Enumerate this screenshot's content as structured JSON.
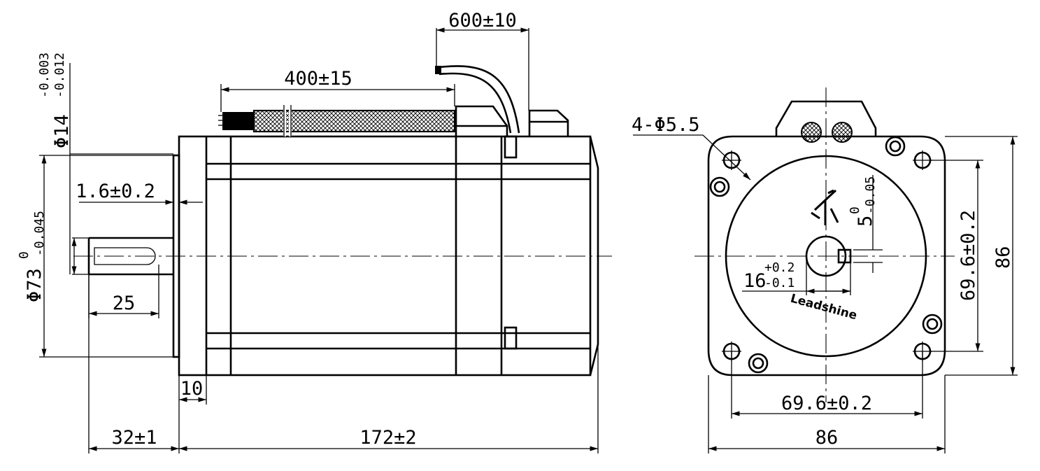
{
  "side_view": {
    "cable_length": "600±10",
    "wire_length": "400±15",
    "shaft_dia_main": "Φ14",
    "shaft_dia_upper_tol": "-0.003",
    "shaft_dia_lower_tol": "-0.012",
    "pilot_dia_main": "Φ73",
    "pilot_dia_upper_tol": "0",
    "pilot_dia_lower_tol": "-0.045",
    "pilot_thickness": "1.6±0.2",
    "key_length": "25",
    "flange_thickness": "10",
    "shaft_length": "32±1",
    "body_length": "172±2"
  },
  "front_view": {
    "mount_holes": "4-Φ5.5",
    "key_width_main": "5",
    "key_width_upper_tol": "0",
    "key_width_lower_tol": "-0.05",
    "key_height_main": "16",
    "key_height_upper_tol": "+0.2",
    "key_height_lower_tol": "-0.1",
    "brand": "Leadshine",
    "hole_spacing_vertical": "69.6±0.2",
    "flange_height": "86",
    "hole_spacing_horizontal": "69.6±0.2",
    "flange_width": "86"
  }
}
